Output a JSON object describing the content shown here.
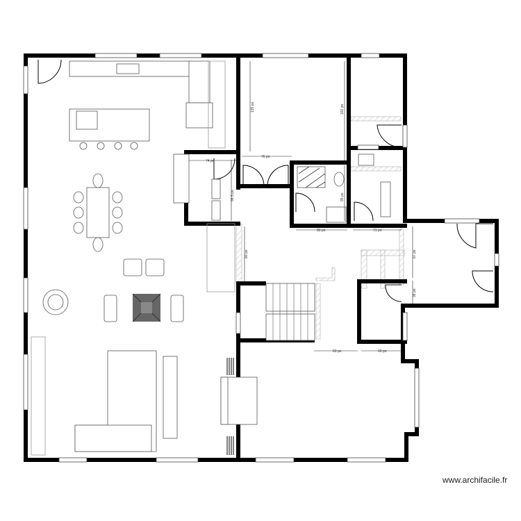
{
  "plan": {
    "dimensions": {
      "d1": "135 po",
      "d2": "76 po",
      "d3": "160 po",
      "d4": "95 po",
      "d5": "80 po",
      "d6": "71 po",
      "d7": "74 po",
      "d8": "96.5 po",
      "d9": "80 po",
      "d10": "87 po",
      "d11": "38 po",
      "d12": "69 po",
      "d13": "60 po"
    }
  },
  "watermark": "www.archifacile.fr"
}
